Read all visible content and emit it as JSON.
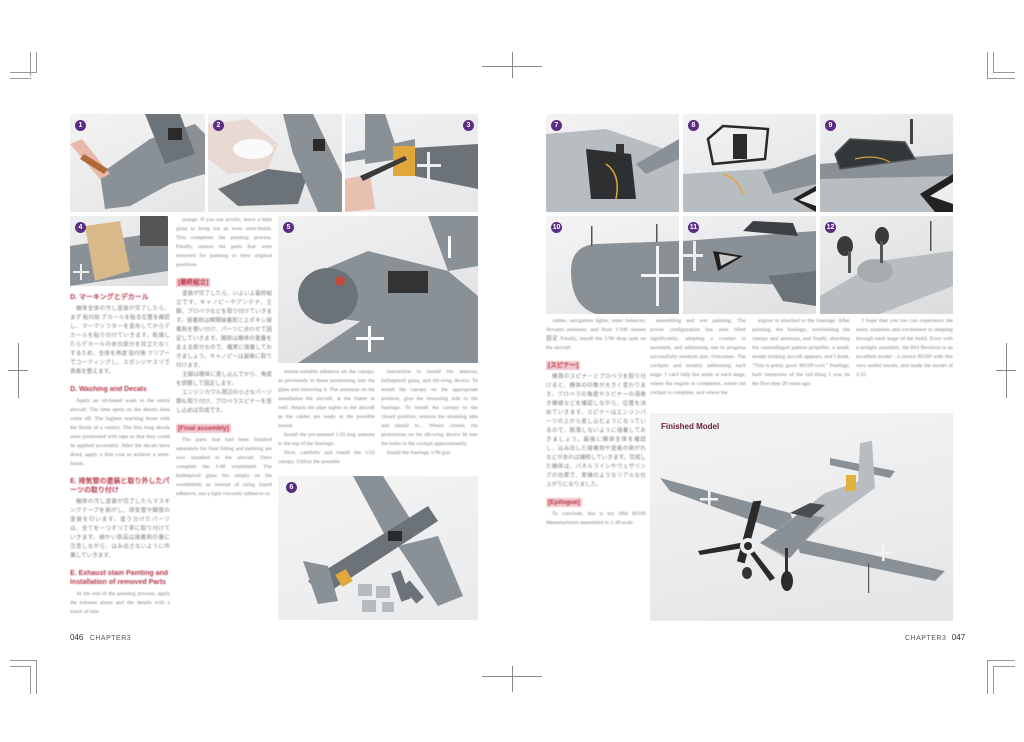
{
  "spread": {
    "left_page": {
      "folio_number": "046",
      "folio_label": "CHAPTER3",
      "steps": [
        {
          "num": "1",
          "caption_icon": "step-1"
        },
        {
          "num": "2",
          "caption_icon": "step-2"
        },
        {
          "num": "3",
          "caption_icon": "step-3"
        },
        {
          "num": "4",
          "caption_icon": "step-4"
        },
        {
          "num": "5",
          "caption_icon": "step-5"
        },
        {
          "num": "6",
          "caption_icon": "step-6"
        }
      ],
      "column1": {
        "heading_d": "D. マーキングとデカール",
        "para_d": "機体全体の汚し塗装が完了したら、まず 貼付前 デカールを貼る位置を確認し、マークソフターを塗布してからデカールを貼り付けていきます。乾燥したらデカールの余白部分を目立たなくするため、全体を再度 貼付後 クリアーでコーティングし、スポンジヤスリで表面を整えます。",
        "heading_en": "D. Washing and Decals",
        "para_en": "Apply an oil-based wash to the entire aircraft. The time spent on the details does come off. The highest reaching those with the finish of a variety. The thin long decals were positioned with tape so that they could be applied accurately. After the decals have dried, apply a thin coat to achieve a semi-finish.",
        "heading_e": "E. 排気管の塗装と取り外したパーツの取り付け",
        "para_e": "機体の汚し塗装が完了したらマスキングテープを剥がし、排気管や脚部の塗装を行います。塗り分けたパーツは、全てを一つずつ丁寧に取り付けていきます。細かい部品は接着剤の量に注意しながら、はみ出さないように作業していきます。",
        "heading_e_en": "E. Exhaust stain Painting and Installation of removed Parts",
        "para_e_en": "At the end of the painting process, apply the exhaust stains and the details with a touch of thin"
      },
      "column2": {
        "para_top": "orange. If you use acrylic, leave a little gloss to bring out an even semi-finish. This completes the painting process. Finally, restore the parts that were removed for painting to their original positions.",
        "heading_box": "[最終組立]",
        "para_jp": "塗装が完了したら、いよいよ最終組立です。キャノピーやアンテナ、主脚、プロペラなどを取り付けていきます。接着剤は瞬間接着剤とエポキシ接着剤を使い分け、パーツに合わせて固定していきます。脚部は機体の重量を支える部分なので、確実に接着しておきましょう。キャノピーは最後に取り付けます。",
        "para_jp2": "主脚は機体に差し込んでから、角度を調整して固定します。",
        "para_jp3": "エンジンカウル周辺の小さなパーツ類も取り付け、プロペラスピナーを差し込めば完成です。",
        "heading_box_en": "[Final assembly]",
        "para_en": "The parts that had been finished separately for final fitting and painting are now installed to the aircraft. Once complete the 1/48 windshield. The bulletproof glass fits simply on the windshield; as instead of using liquid adhesive, use a light viscosity adhesive so"
      },
      "column3": {
        "para_a": "mount-suitable adhesive on the canopy, as previously to those positioning into the glass and removing it. The antennas on the installation the aircraft, at the frame as well. Attach the pipe sights to the aircraft as the cables are ready at the possible mount.",
        "para_b": "Install the pre-painted 1/35 bug antenna to the top of the fuselage.",
        "para_c": "Next, carefully and install the 1/32 canopy. Utilize the possible",
        "para_d": "instruction to install the antenna, bulletproof glass, and tilt-wing device. To install the canopy on the appropriate position, glue the mounting side to the fuselage. To install the canopy to the closed position, remove the retaining tabs and install to... Where closed, the protrusions on the tilt-wing device fit into the holes in the cockpit approximately.",
        "para_e": "Install the fuselage 1/96 gun"
      }
    },
    "right_page": {
      "folio_number": "047",
      "folio_label": "CHAPTER3",
      "steps": [
        {
          "num": "7"
        },
        {
          "num": "8"
        },
        {
          "num": "9"
        },
        {
          "num": "10"
        },
        {
          "num": "11"
        },
        {
          "num": "12"
        }
      ],
      "column1": {
        "para_top": "cables, navigation lights, outer balances, flexures antennas, and from 1/100 unseen 固定 Finally, install the 1/96 drop tank on the aircraft.",
        "heading_box": "[スピナー]",
        "para_jp": "機首のスピナーとプロペラを取り付けると、機体の印象が大きく変わります。プロペラの角度やスピナーの渦巻き模様などを確認しながら、位置を決めていきます。スピナーはエンジンパーツの上から差し込むようになっているので、脱落しないように接着しておきましょう。最後に機体全体を確認し、はみ出した接着剤や塗装の剥がれなどがあれば補修していきます。完成した機体は、パネルラインやウェザリングの効果で、実機のようなリアルな仕上がりになりました。",
        "heading_box_en": "[Epilogue]",
        "para_en": "To conclude, this is my fifth Bf109 Messerschmitt assembled in 1:48 scale"
      },
      "column2": {
        "para": "assembling and wet painting. The power configuration has seen lifted significantly, adopting a counter to assemble, and addressing one to progress successfully medium size. Outcomes. The cockpits and notably addressing each stage. I can't help but smile at each stage, where the engine is completed, where the cockpit is complete, and where the"
      },
      "column3": {
        "para": "engine is attached to the fuselage. After painting, the fuselage, overlooking the canopy and antennas, and finally attaching the camouflaged pattern propeller, a small, steady-looking aircraft appears, and I think, \"This is pretty good. Bf109 cool.\" Feelings, both memories of the tail-thing I was let the first time 20 years ago."
      },
      "column4": {
        "para": "I hope that you too can experience the many surprises and excitement in steeping through each stage of the build. Even with a straight assembly, the Bf4 Revision is an excellent model - a choice Bf109 with this very useful results, and made the model of 1/32."
      },
      "finished": {
        "label": "Finished Model"
      }
    }
  },
  "colors": {
    "accent_purple": "#5a2d82",
    "heading_red": "#b5384b",
    "heading_box_bg": "#f3c7cd",
    "finished_label": "#6b1e2e"
  }
}
